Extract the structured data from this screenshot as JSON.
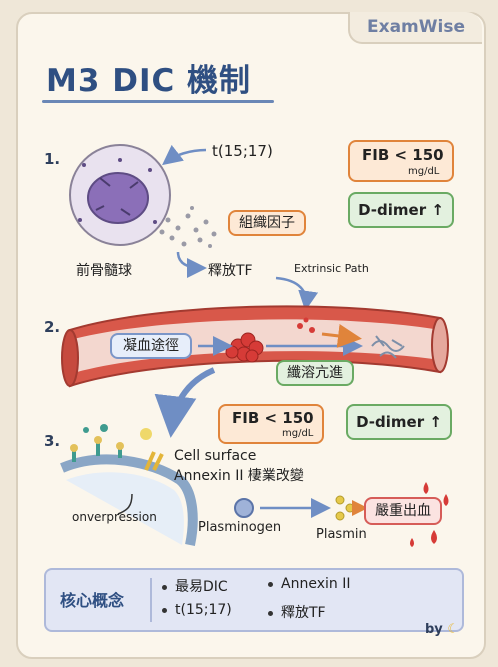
{
  "brand": "ExamWise",
  "title": "M3 DIC 機制",
  "steps": [
    "1.",
    "2.",
    "3."
  ],
  "step1": {
    "translocation": "t(15;17)",
    "tissue_factor": "組織因子",
    "cell_label": "前骨髓球",
    "release_tf": "釋放TF",
    "extrinsic": "Extrinsic Path"
  },
  "lab1": {
    "fib": "FIB < 150",
    "fib_unit": "mg/dL",
    "ddimer": "D-dimer ↑"
  },
  "step2": {
    "coag": "凝血途徑",
    "fibrinolysis": "纖溶亢進"
  },
  "lab2": {
    "fib": "FIB < 150",
    "fib_unit": "mg/dL",
    "ddimer": "D-dimer ↑"
  },
  "step3": {
    "cell_surface": "Cell surface",
    "annexin_change": "Annexin II 棲業改變",
    "overexpression": "onverpression",
    "plasminogen": "Plasminogen",
    "plasmin": "Plasmin",
    "bleeding": "嚴重出血"
  },
  "summary": {
    "title": "核心概念",
    "items": [
      "最易DIC",
      "Annexin II",
      "t(15;17)",
      "釋放TF"
    ]
  },
  "signature": "by",
  "colors": {
    "title": "#2f4f82",
    "orange": "#e0843b",
    "green": "#6aaa63",
    "red": "#d65c58",
    "blue": "#7b96c8"
  }
}
